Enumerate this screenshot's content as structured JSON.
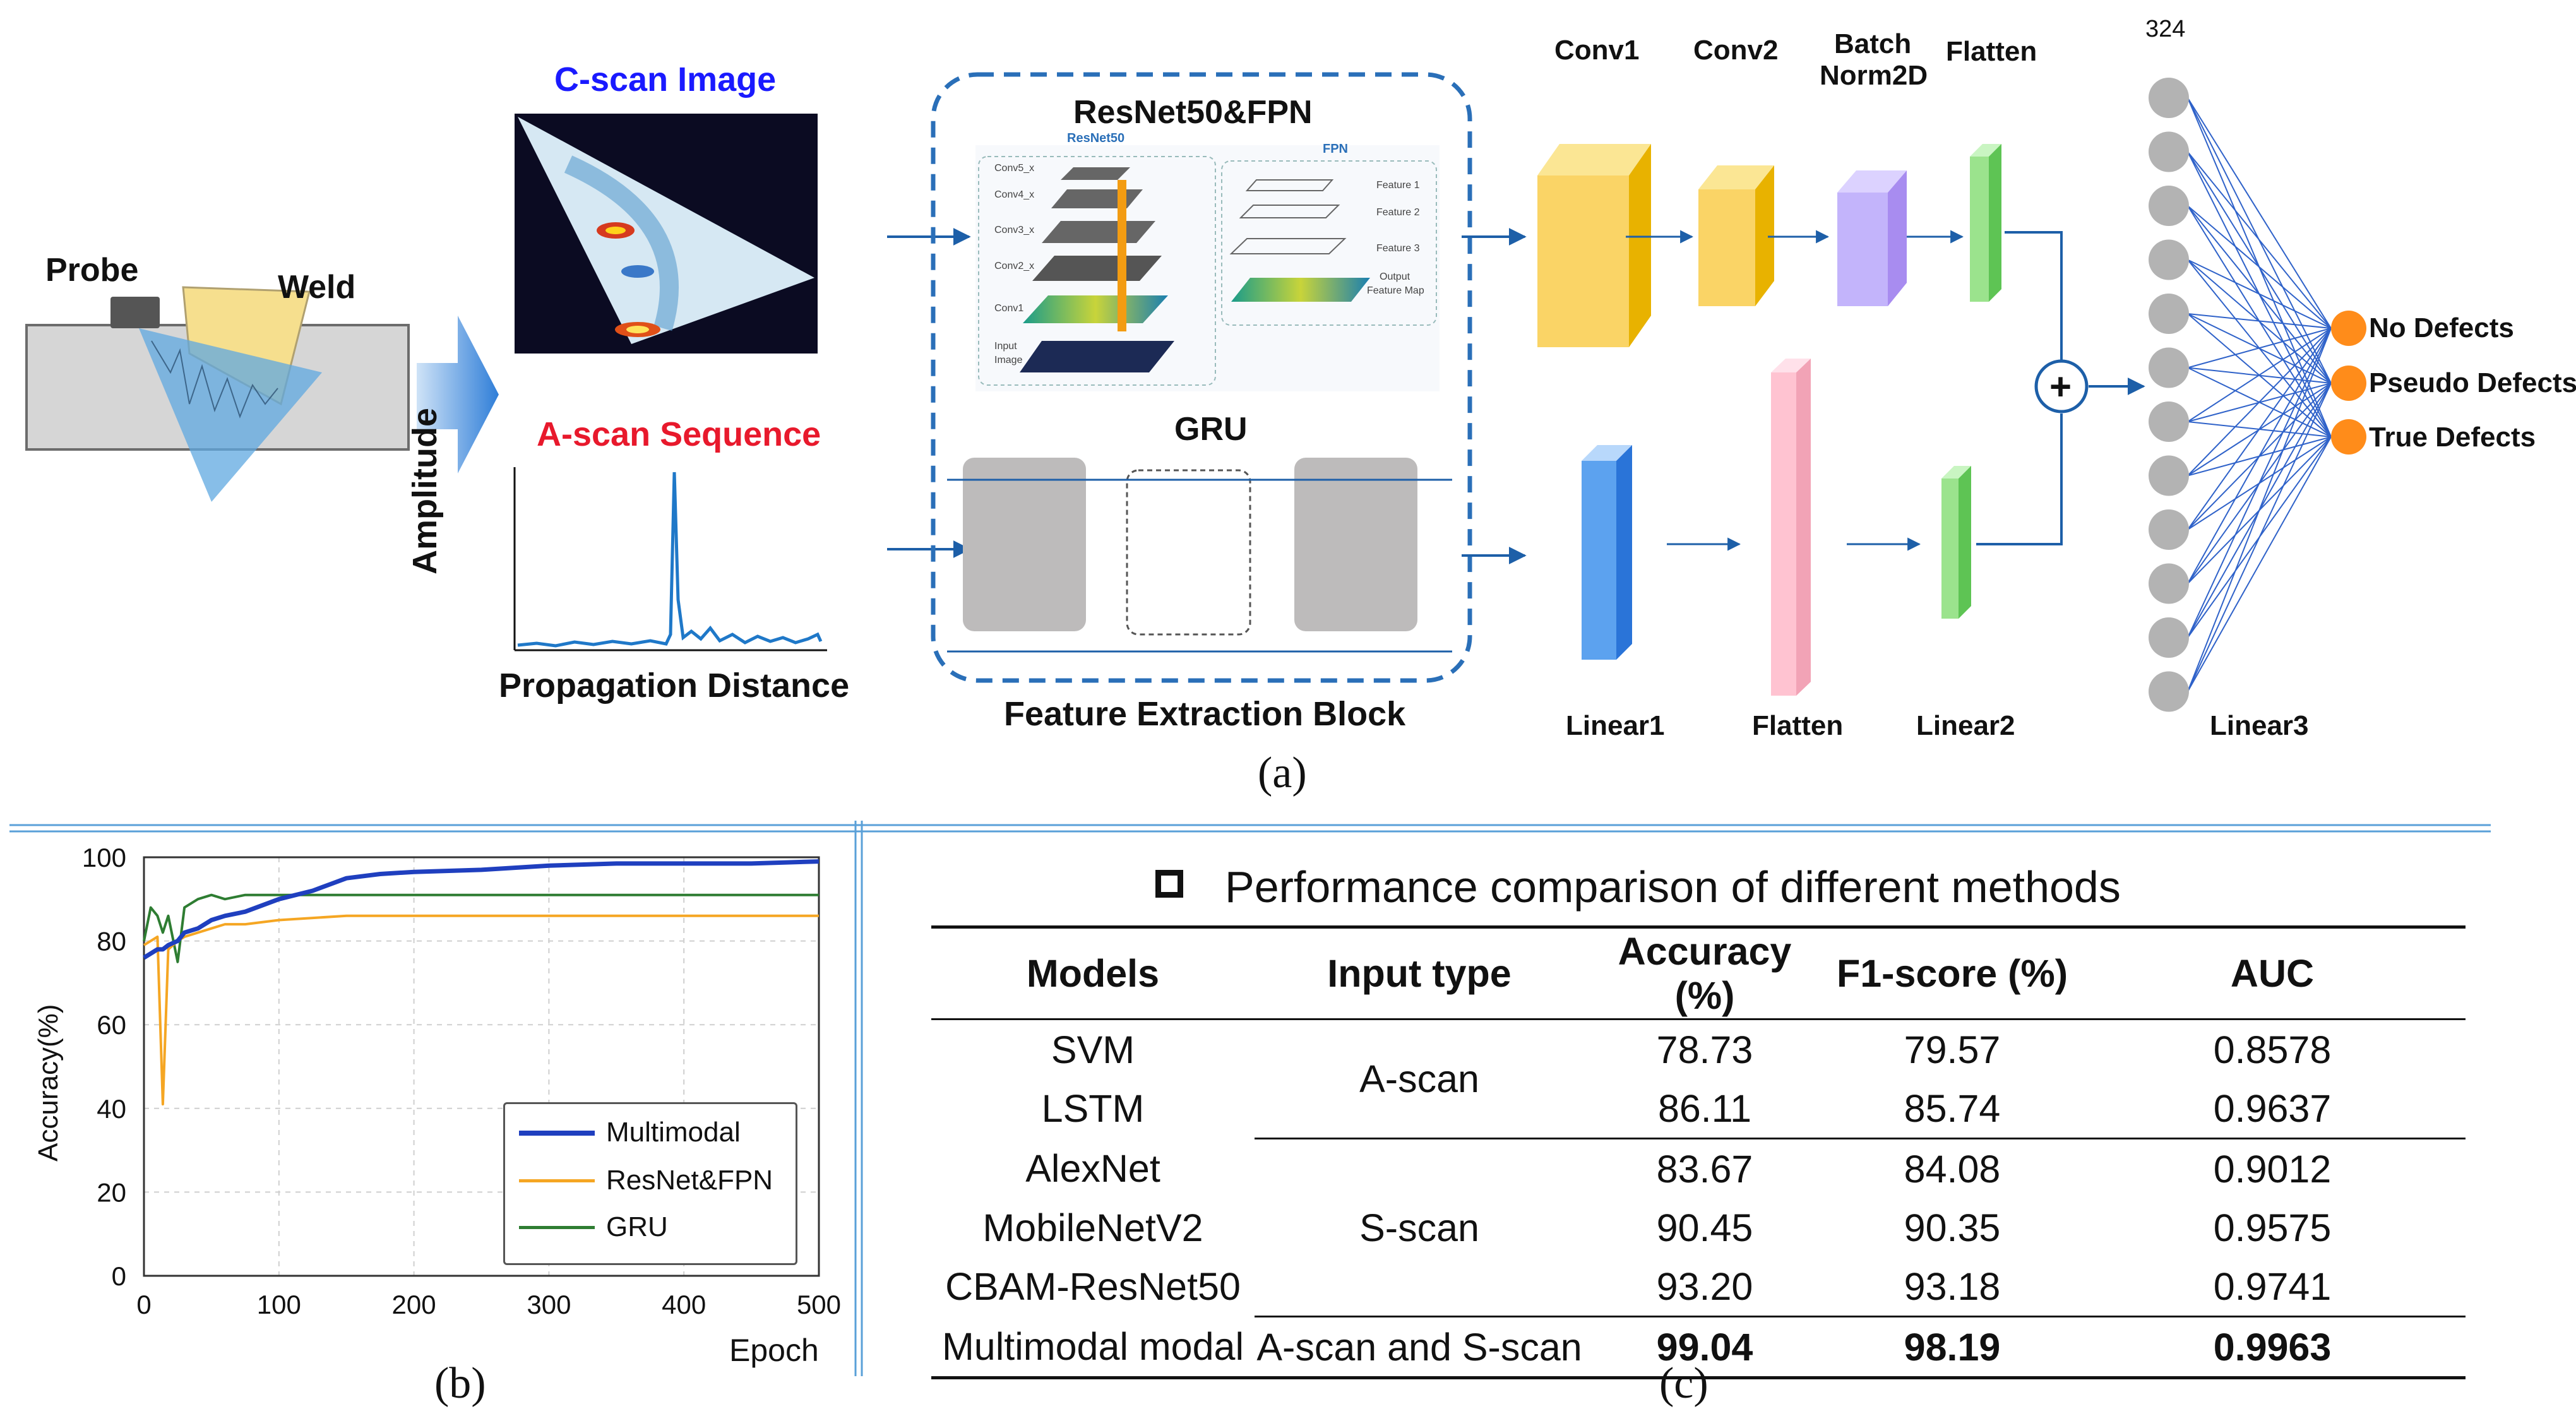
{
  "panel_a": {
    "label": "(a)",
    "probe": "Probe",
    "weld": "Weld",
    "cscan_title": "C-scan Image",
    "ascan_title": "A-scan Sequence",
    "ascan_ylabel": "Amplitude",
    "ascan_xlabel": "Propagation Distance",
    "resnet_title": "ResNet50&FPN",
    "resnet_sub": "ResNet50",
    "fpn_sub": "FPN",
    "resnet_layers": [
      "Conv5_x",
      "Conv4_x",
      "Conv3_x",
      "Conv2_x",
      "Conv1",
      "Input",
      "Image"
    ],
    "fpn_features": [
      "Feature 1",
      "Feature 2",
      "Feature 3",
      "Output",
      "Feature Map"
    ],
    "gru_title": "GRU",
    "block_label": "Feature Extraction Block",
    "conv1": "Conv1",
    "conv2": "Conv2",
    "batchnorm_1": "Batch",
    "batchnorm_2": "Norm2D",
    "flatten_top": "Flatten",
    "linear1": "Linear1",
    "flatten_bottom": "Flatten",
    "linear2": "Linear2",
    "linear3": "Linear3",
    "neurons": "324",
    "plus": "+",
    "outputs": [
      "No Defects",
      "Pseudo Defects",
      "True Defects"
    ]
  },
  "panel_b": {
    "label": "(b)"
  },
  "panel_c": {
    "label": "(c)",
    "title": "Performance comparison of different methods",
    "headers": [
      "Models",
      "Input type",
      "Accuracy (%)",
      "F1-score (%)",
      "AUC"
    ],
    "rows": [
      {
        "model": "SVM",
        "accuracy": "78.73",
        "f1": "79.57",
        "auc": "0.8578"
      },
      {
        "model": "LSTM",
        "accuracy": "86.11",
        "f1": "85.74",
        "auc": "0.9637"
      },
      {
        "model": "AlexNet",
        "accuracy": "83.67",
        "f1": "84.08",
        "auc": "0.9012"
      },
      {
        "model": "MobileNetV2",
        "accuracy": "90.45",
        "f1": "90.35",
        "auc": "0.9575"
      },
      {
        "model": "CBAM-ResNet50",
        "accuracy": "93.20",
        "f1": "93.18",
        "auc": "0.9741"
      },
      {
        "model": "Multimodal modal",
        "accuracy": "99.04",
        "f1": "98.19",
        "auc": "0.9963"
      }
    ],
    "input_types": [
      "A-scan",
      "S-scan",
      "A-scan and S-scan"
    ]
  },
  "chart_data": {
    "type": "line",
    "title": "",
    "xlabel": "Epoch",
    "ylabel": "Accuracy(%)",
    "xlim": [
      0,
      500
    ],
    "ylim": [
      0,
      100
    ],
    "xticks": [
      "0",
      "100",
      "200",
      "300",
      "400",
      "500"
    ],
    "yticks": [
      "0",
      "20",
      "40",
      "60",
      "80",
      "100"
    ],
    "grid": true,
    "legend_position": "bottom-right",
    "x": [
      0,
      5,
      10,
      14,
      18,
      25,
      30,
      40,
      50,
      60,
      75,
      100,
      125,
      150,
      175,
      200,
      250,
      300,
      350,
      400,
      450,
      500
    ],
    "series": [
      {
        "name": "Multimodal",
        "color": "#1f3fbf",
        "values": [
          76,
          77,
          78,
          78,
          79,
          80,
          82,
          83,
          85,
          86,
          87,
          90,
          92,
          95,
          96,
          96.5,
          97,
          98,
          98.5,
          98.5,
          98.5,
          99
        ]
      },
      {
        "name": "ResNet&FPN",
        "color": "#f5a623",
        "values": [
          79,
          80,
          81,
          41,
          78,
          80,
          81,
          82,
          83,
          84,
          84,
          85,
          85.5,
          86,
          86,
          86,
          86,
          86,
          86,
          86,
          86,
          86
        ]
      },
      {
        "name": "GRU",
        "color": "#2e7d32",
        "values": [
          80,
          88,
          86,
          82,
          86,
          75,
          88,
          90,
          91,
          90,
          91,
          91,
          91,
          91,
          91,
          91,
          91,
          91,
          91,
          91,
          91,
          91
        ]
      }
    ]
  },
  "colors": {
    "blue_title": "#1a1aff",
    "red_title": "#e8192c",
    "dashed_border": "#2a6fb8",
    "arrow": "#1d5fa8",
    "output_node": "#ff8c1a",
    "neuron": "#b3b3b3"
  }
}
